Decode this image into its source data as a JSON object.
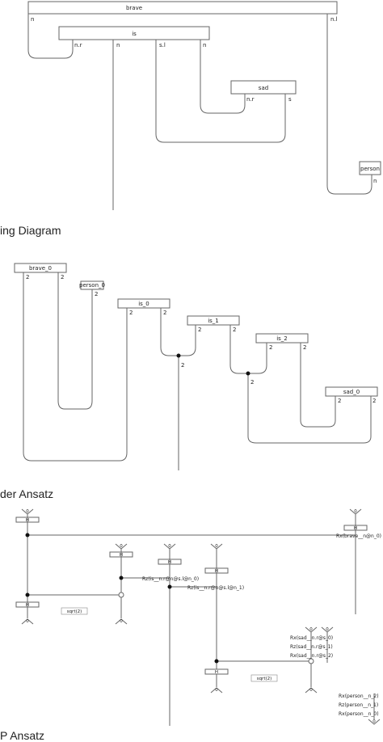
{
  "section_titles": {
    "string_diagram": "ing Diagram",
    "circuit": "der Ansatz",
    "ansatz": "P Ansatz"
  },
  "string_diagram": {
    "boxes": {
      "brave": "brave",
      "is": "is",
      "sad": "sad",
      "person": "person"
    },
    "wire_labels": {
      "brave_n": "n",
      "brave_nl": "n.l",
      "is_nr": "n.r",
      "is_n": "n",
      "is_sl": "s.l",
      "is_n2": "n",
      "sad_nr": "n.r",
      "sad_s": "s",
      "person_n": "n"
    }
  },
  "circuit_diagram": {
    "boxes": {
      "brave": "brave_0",
      "person": "person_0",
      "is0": "is_0",
      "is1": "is_1",
      "is2": "is_2",
      "sad": "sad_0"
    },
    "wire_labels": {
      "brave_a": "2",
      "brave_b": "2",
      "person": "2",
      "is0_a": "2",
      "is0_b": "2",
      "is0_out": "2",
      "is1_a": "2",
      "is1_b": "2",
      "is1_out": "2",
      "is2_a": "2",
      "is2_b": "2",
      "sad_a": "2",
      "sad_b": "2"
    }
  },
  "ansatz": {
    "zero": "0",
    "h": "H",
    "sqrt": "sqrt(2)",
    "rot_brave": "Rx(brave__n@n_0)",
    "rot_is": "Rz(is__n.r@n@s.l@n_0)",
    "rot_is2": "Rz(is__n.r@n@s.l@n_1)",
    "rot_sad0": "Rx(sad__n.r@s_0)",
    "rot_sad1": "Rz(sad__n.r@s_1)",
    "rot_sad2": "Rx(sad__n.r@s_2)",
    "rot_person0": "Rx(person__n_2)",
    "rot_person1": "Rz(person__n_1)",
    "rot_person2": "Rx(person__n_0)"
  }
}
